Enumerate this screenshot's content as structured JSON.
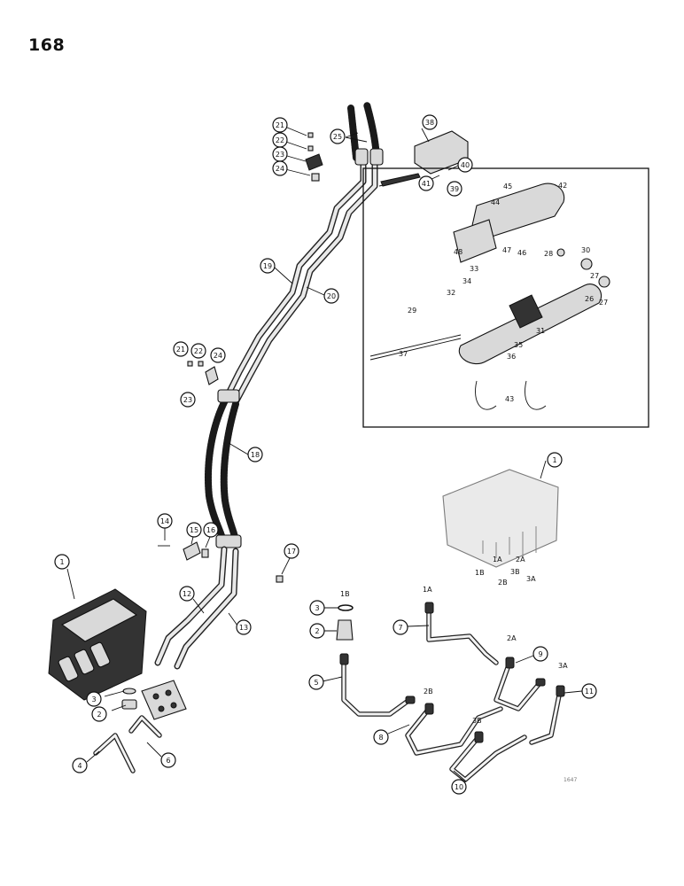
{
  "page_number": "168",
  "small_mark": "1647",
  "callouts": {
    "c1a": "1",
    "c1b": "1",
    "c2a": "2",
    "c2b": "2",
    "c3a": "3",
    "c3b": "3",
    "c4": "4",
    "c5": "5",
    "c6": "6",
    "c7": "7",
    "c8": "8",
    "c9": "9",
    "c10": "10",
    "c11": "11",
    "c12": "12",
    "c13": "13",
    "c14": "14",
    "c15": "15",
    "c16": "16",
    "c17": "17",
    "c18": "18",
    "c19": "19",
    "c20": "20",
    "c21a": "21",
    "c22a": "22",
    "c23a": "23",
    "c24a": "24",
    "c21b": "21",
    "c22b": "22",
    "c23b": "23",
    "c24b": "24",
    "c25": "25",
    "c38": "38",
    "c39": "39",
    "c40": "40",
    "c41": "41"
  },
  "inset_labels": {
    "l26": "26",
    "l27a": "27",
    "l27b": "27",
    "l28": "28",
    "l29": "29",
    "l30": "30",
    "l31": "31",
    "l32": "32",
    "l33": "33",
    "l34": "34",
    "l35": "35",
    "l36": "36",
    "l37": "37",
    "l42": "42",
    "l43": "43",
    "l44": "44",
    "l45": "45",
    "l46": "46",
    "l47": "47",
    "l48": "48"
  },
  "port_labels": {
    "p1B": "1B",
    "p1A": "1A",
    "p2B": "2B",
    "p3B": "3B",
    "p2A": "2A",
    "p3A": "3A",
    "t1B": "1B",
    "t1A": "1A",
    "t2A": "2A",
    "t3A": "3A",
    "t2B": "2B",
    "t3B": "3B"
  }
}
